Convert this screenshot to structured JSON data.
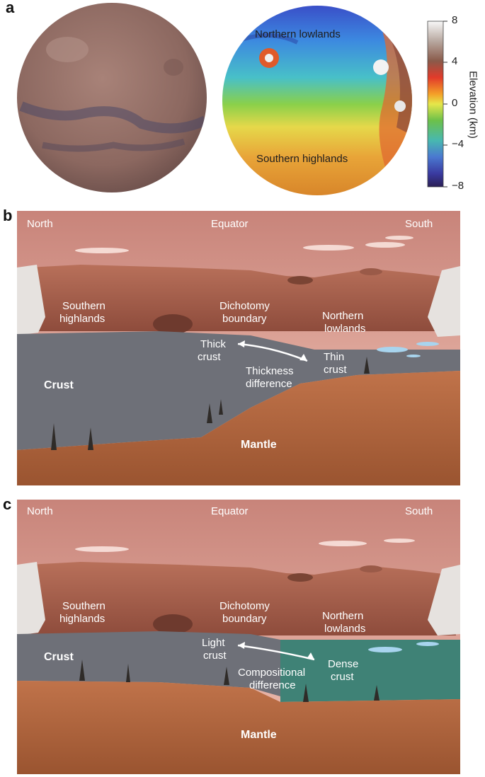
{
  "panel_a": {
    "letter": "a",
    "globe_left_name": "visible-light-globe",
    "globe_right_labels": {
      "north": "Northern lowlands",
      "south": "Southern highlands"
    },
    "colorbar": {
      "title": "Elevation (km)",
      "ticks": [
        "8",
        "4",
        "0",
        "−4",
        "−8"
      ],
      "colors": [
        "#f4f4f4",
        "#8a5a4a",
        "#e23a2a",
        "#f4a028",
        "#e6e64a",
        "#6cc04a",
        "#48b8b0",
        "#4a78d0",
        "#3a3aa0",
        "#2a1f55"
      ]
    }
  },
  "panel_b": {
    "letter": "b",
    "top": {
      "north": "North",
      "equator": "Equator",
      "south": "South"
    },
    "labels": {
      "southern_highlands": [
        "Southern",
        "highlands"
      ],
      "dichotomy_boundary": [
        "Dichotomy",
        "boundary"
      ],
      "northern_lowlands": [
        "Northern",
        "lowlands"
      ],
      "thick_crust": [
        "Thick",
        "crust"
      ],
      "thin_crust": [
        "Thin",
        "crust"
      ],
      "difference": [
        "Thickness",
        "difference"
      ],
      "crust": "Crust",
      "mantle": "Mantle"
    }
  },
  "panel_c": {
    "letter": "c",
    "top": {
      "north": "North",
      "equator": "Equator",
      "south": "South"
    },
    "labels": {
      "southern_highlands": [
        "Southern",
        "highlands"
      ],
      "dichotomy_boundary": [
        "Dichotomy",
        "boundary"
      ],
      "northern_lowlands": [
        "Northern",
        "lowlands"
      ],
      "light_crust": [
        "Light",
        "crust"
      ],
      "dense_crust": [
        "Dense",
        "crust"
      ],
      "difference": [
        "Compositional",
        "difference"
      ],
      "crust": "Crust",
      "mantle": "Mantle"
    }
  },
  "colors": {
    "sky_top": "#c8847a",
    "sky_bottom": "#f2c4b6",
    "surface": "#a85c48",
    "crust_grey": "#6e7078",
    "dense_crust": "#3f8276",
    "mantle": "#b8683e",
    "ice": "#e6e2df",
    "water": "#a8d4ee"
  }
}
